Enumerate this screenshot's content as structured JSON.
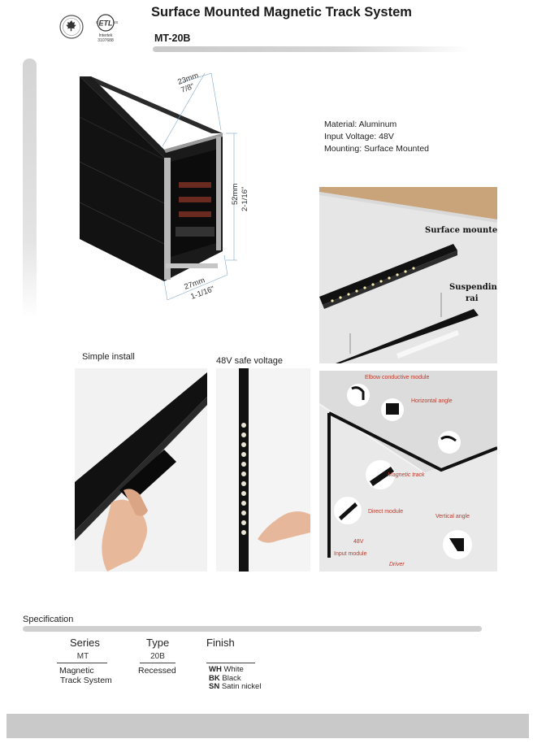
{
  "header": {
    "title": "Surface Mounted Magnetic Track System",
    "model": "MT-20B",
    "certs": {
      "intertek": "Intertek",
      "intertek_no": "3107688"
    }
  },
  "dimensions": {
    "width_top": "23mm",
    "width_top_in": "7/8\"",
    "height": "52mm",
    "height_in": "2-1/16\"",
    "width_bottom": "27mm",
    "width_bottom_in": "1-1/16\""
  },
  "specs": {
    "material": "Material: Aluminum",
    "voltage": "Input Voltage: 48V",
    "mounting": "Mounting: Surface Mounted"
  },
  "photos": {
    "surface": {
      "label1": "Surface mounted",
      "label2": "Suspending",
      "label3": "rai"
    },
    "install": {
      "caption": "Simple install"
    },
    "voltage": {
      "caption": "48V safe voltage"
    },
    "system": {
      "elbow": "Elbow conductive module",
      "horizontal": "Horizontal angle",
      "magnetic": "Magnetic track",
      "direct": "Direct module",
      "vertical": "Vertical angle",
      "input": "Input module",
      "v48": "48V",
      "driver": "Driver"
    }
  },
  "specification": {
    "label": "Specification",
    "series": {
      "head": "Series",
      "code": "MT",
      "desc1": "Magnetic",
      "desc2": "Track System"
    },
    "type": {
      "head": "Type",
      "code": "20B",
      "desc": "Recessed"
    },
    "finish": {
      "head": "Finish",
      "options": [
        {
          "code": "WH",
          "name": "White"
        },
        {
          "code": "BK",
          "name": "Black"
        },
        {
          "code": "SN",
          "name": "Satin nickel"
        }
      ]
    }
  },
  "colors": {
    "accent_red": "#c0392b",
    "track_black": "#111111",
    "bar_gray": "#cfcfcf"
  }
}
